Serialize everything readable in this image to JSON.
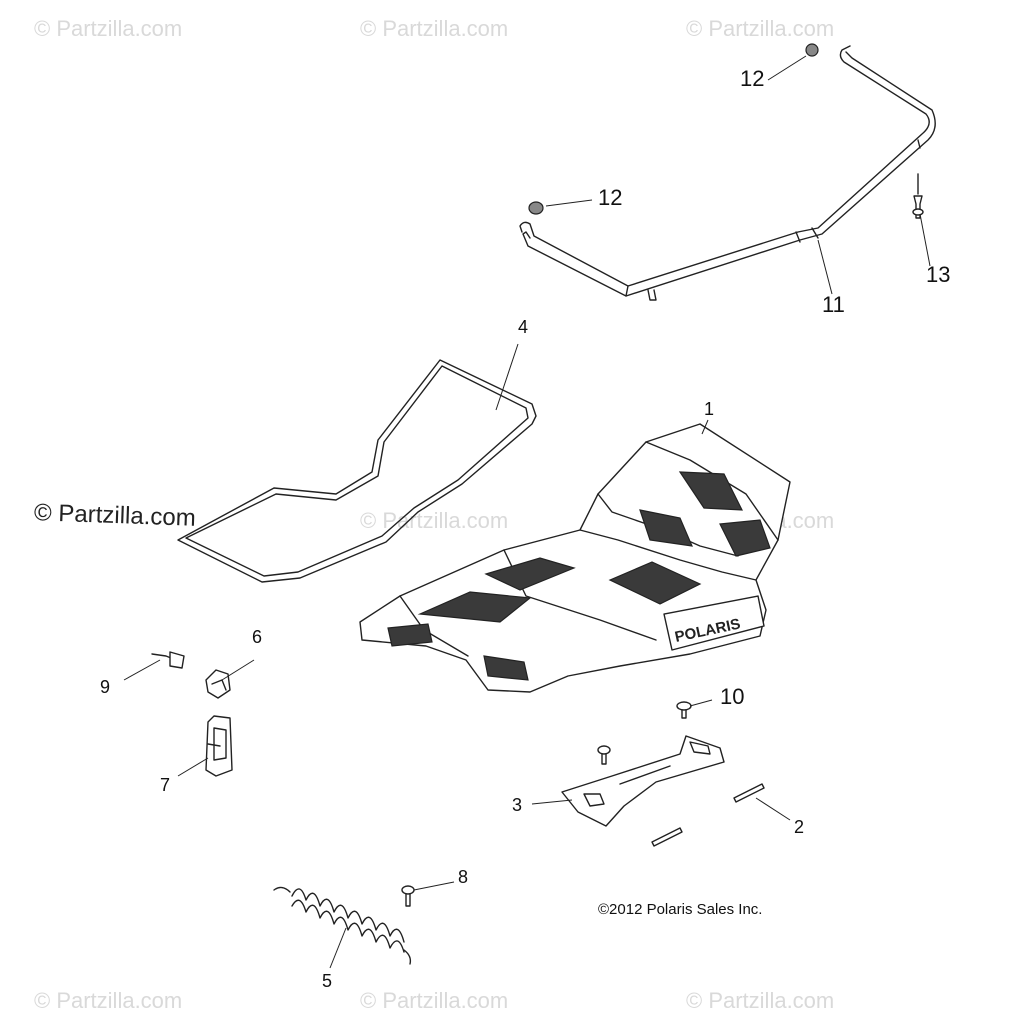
{
  "watermarks": {
    "text": "© Partzilla.com",
    "featured_text": "© Partzilla.com"
  },
  "callouts": {
    "c1": "1",
    "c2": "2",
    "c3": "3",
    "c4": "4",
    "c5": "5",
    "c6": "6",
    "c7": "7",
    "c8": "8",
    "c9": "9",
    "c10": "10",
    "c11": "11",
    "c12a": "12",
    "c12b": "12",
    "c13": "13"
  },
  "copyright": "©2012  Polaris Sales Inc.",
  "brand_mark": "POLARIS"
}
